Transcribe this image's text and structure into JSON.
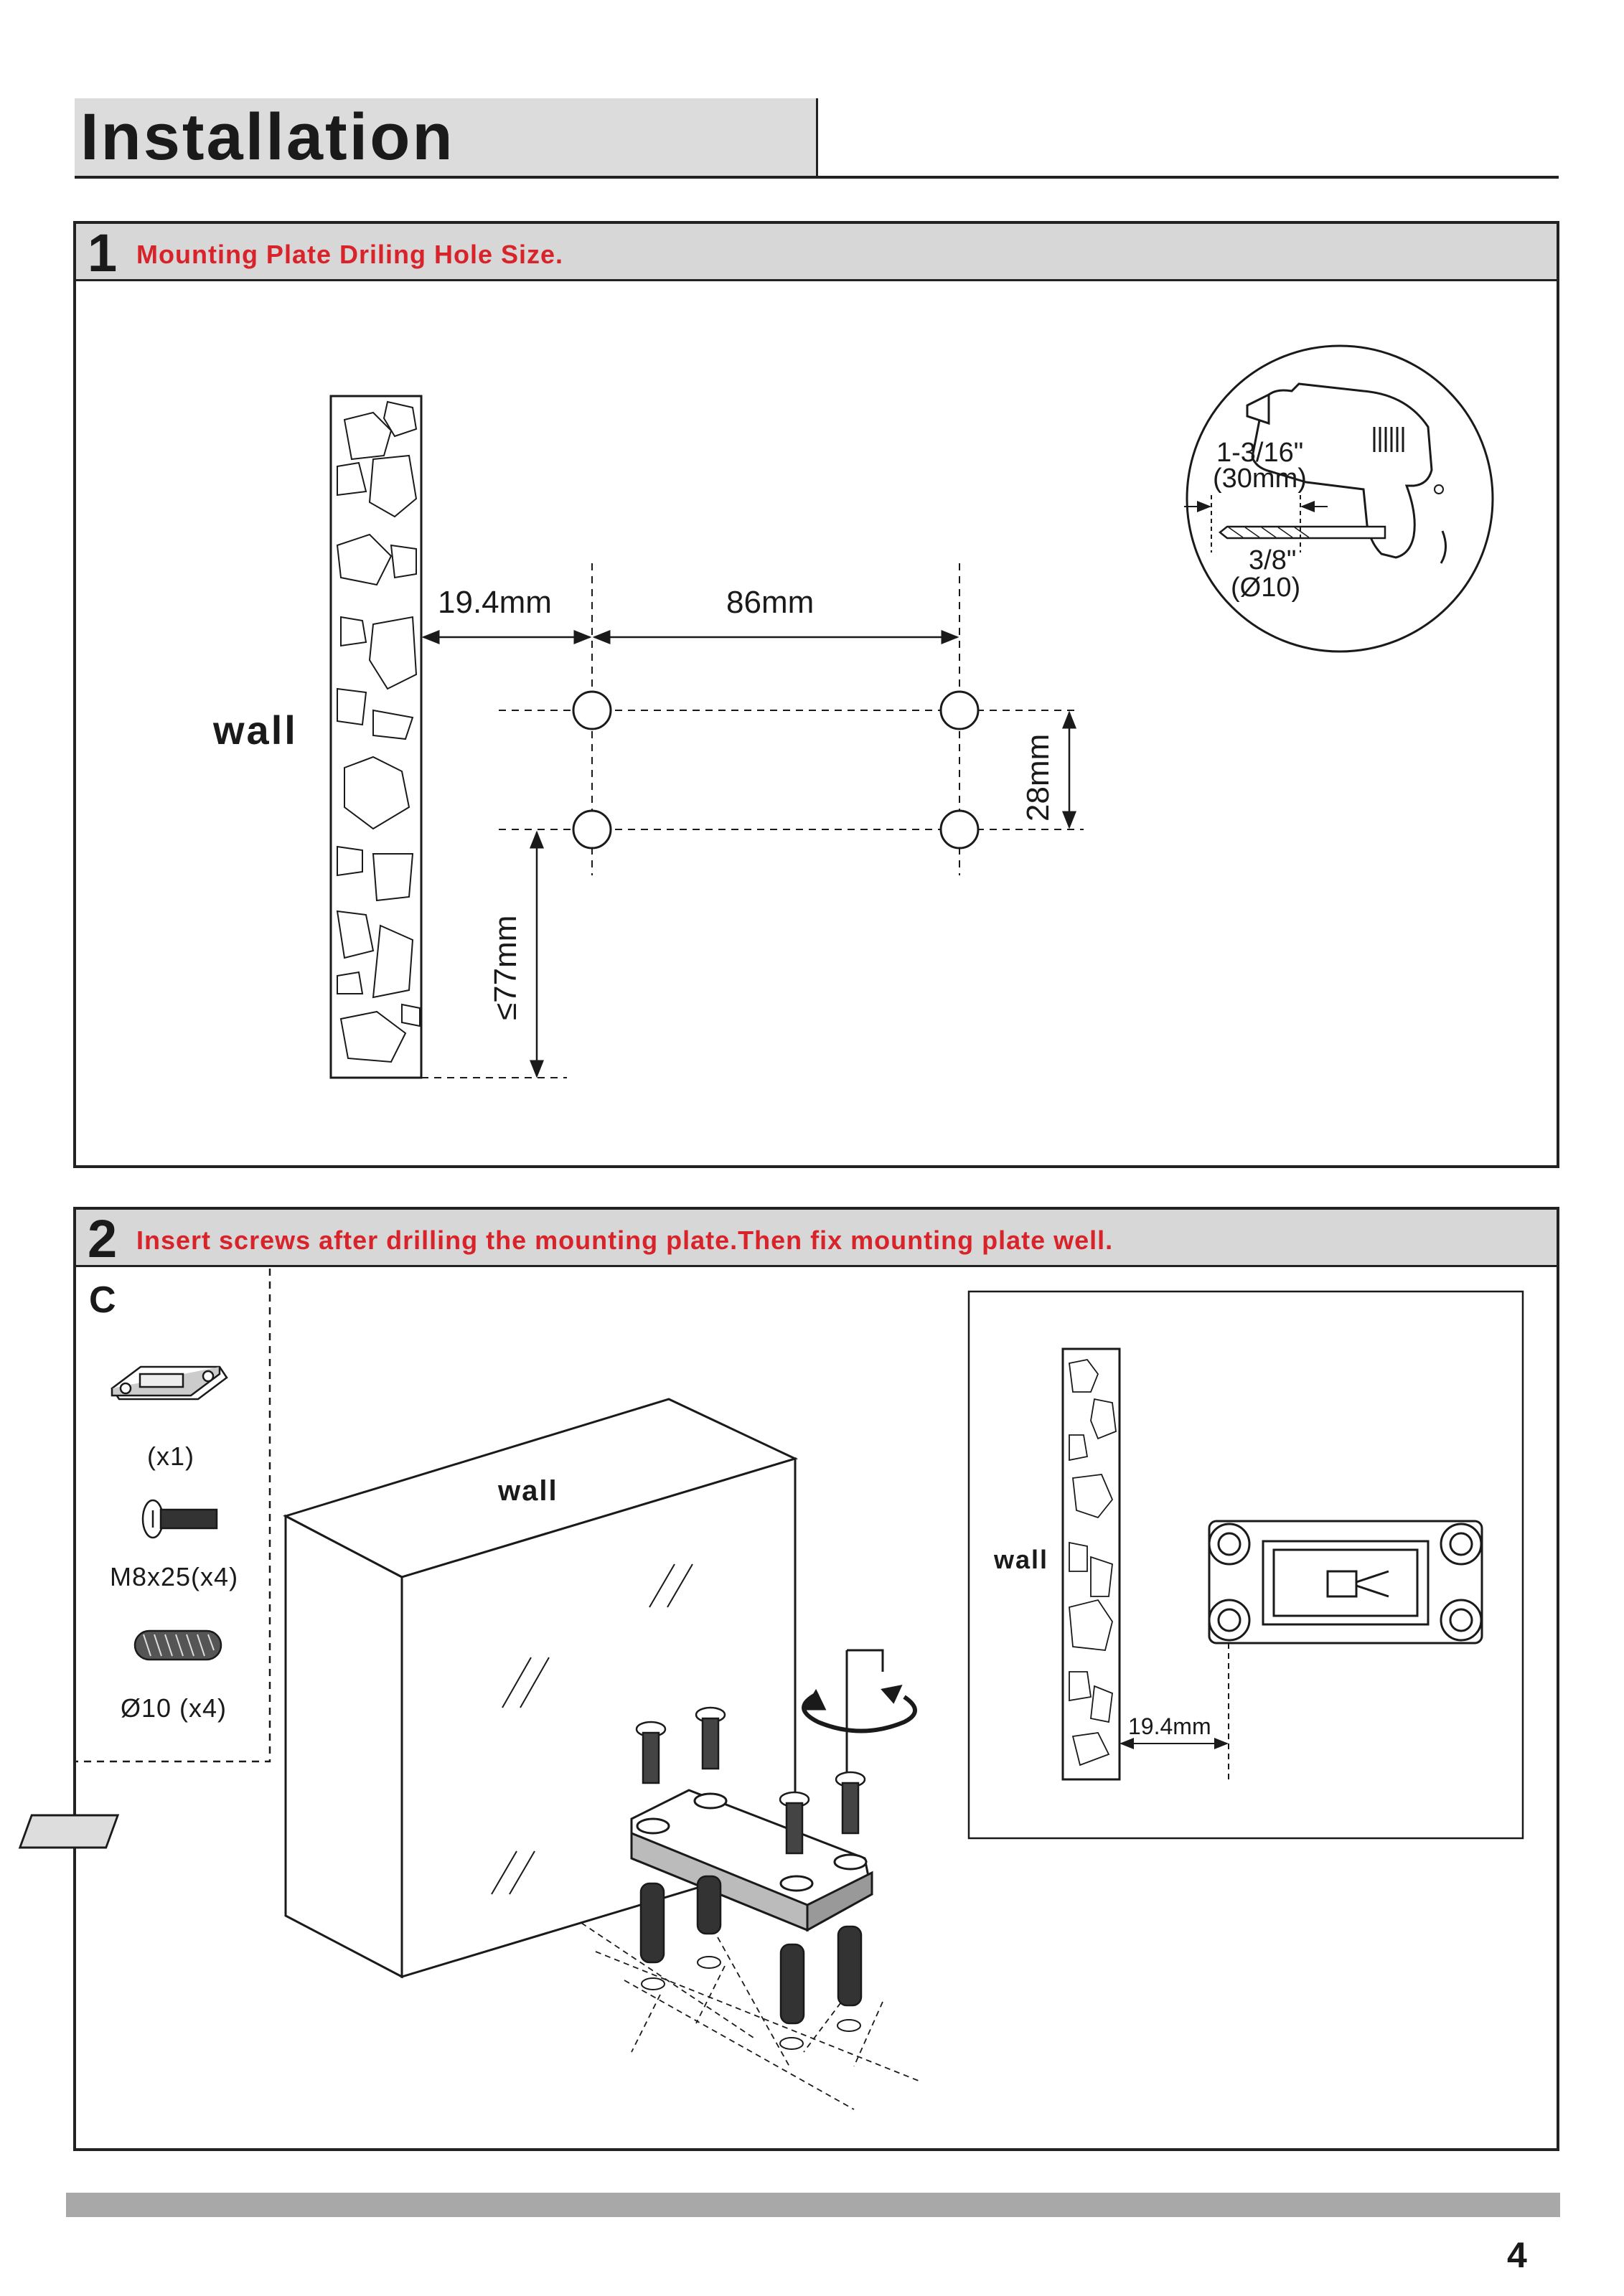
{
  "header": {
    "title": "Installation"
  },
  "step1": {
    "number": "1",
    "instruction": "Mounting Plate Driling Hole Size.",
    "wall_label": "wall",
    "dim_left_gap": "19.4mm",
    "dim_hole_spacing": "86mm",
    "dim_vertical_spacing": "28mm",
    "dim_bottom": "≤77mm",
    "drill": {
      "depth_imperial": "1-3/16\"",
      "depth_metric": "(30mm)",
      "bit_imperial": "3/8\"",
      "bit_metric": "(Ø10)"
    }
  },
  "step2": {
    "number": "2",
    "instruction": "Insert screws after drilling the mounting plate.Then fix mounting plate well.",
    "parts_group": "C",
    "parts": [
      {
        "name": "mounting-plate",
        "qty": "(x1)"
      },
      {
        "name": "screw",
        "qty": "M8x25(x4)"
      },
      {
        "name": "anchor",
        "qty": "Ø10 (x4)"
      }
    ],
    "wall_label": "wall",
    "inset_wall_label": "wall",
    "inset_dim": "19.4mm"
  },
  "footer": {
    "page_number": "4"
  },
  "colors": {
    "accent": "#d8232a",
    "header_bg": "#d7d7d7",
    "bar": "#a8a8a8"
  }
}
